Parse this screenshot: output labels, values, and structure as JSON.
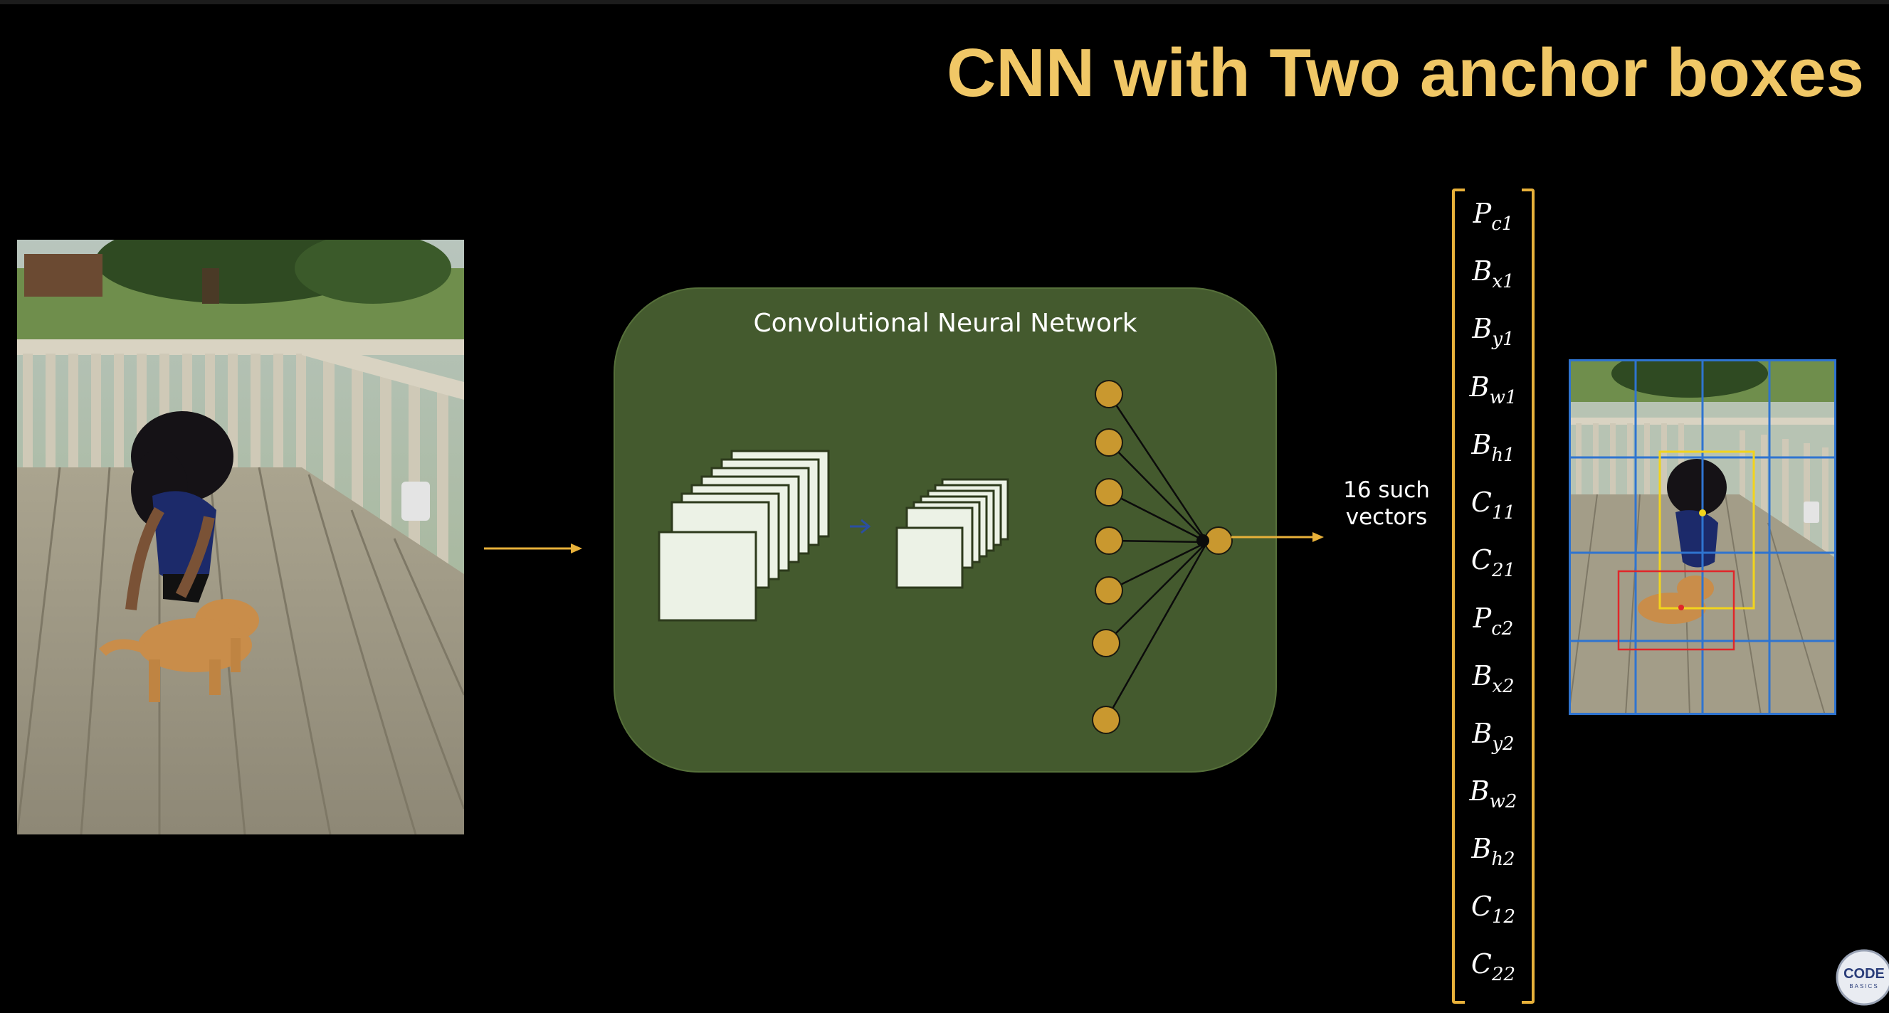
{
  "title": "CNN with Two anchor boxes",
  "network": {
    "label": "Convolutional Neural Network"
  },
  "vectors_label": "16 such vectors",
  "output_vector": [
    {
      "base": "P",
      "sub": "c1"
    },
    {
      "base": "B",
      "sub": "x1"
    },
    {
      "base": "B",
      "sub": "y1"
    },
    {
      "base": "B",
      "sub": "w1"
    },
    {
      "base": "B",
      "sub": "h1"
    },
    {
      "base": "C",
      "sub": "11"
    },
    {
      "base": "C",
      "sub": "21"
    },
    {
      "base": "P",
      "sub": "c2"
    },
    {
      "base": "B",
      "sub": "x2"
    },
    {
      "base": "B",
      "sub": "y2"
    },
    {
      "base": "B",
      "sub": "w2"
    },
    {
      "base": "B",
      "sub": "h2"
    },
    {
      "base": "C",
      "sub": "12"
    },
    {
      "base": "C",
      "sub": "22"
    }
  ],
  "logo_text": [
    "CODE",
    "BASICS"
  ],
  "colors": {
    "title": "#f0c766",
    "arrow": "#e8b13a",
    "network_bg": "#445a2e",
    "neuron": "#c9982f",
    "grid": "#2f74d0",
    "anchor_box_1": "#f2d41c",
    "anchor_box_2": "#e0262a"
  }
}
